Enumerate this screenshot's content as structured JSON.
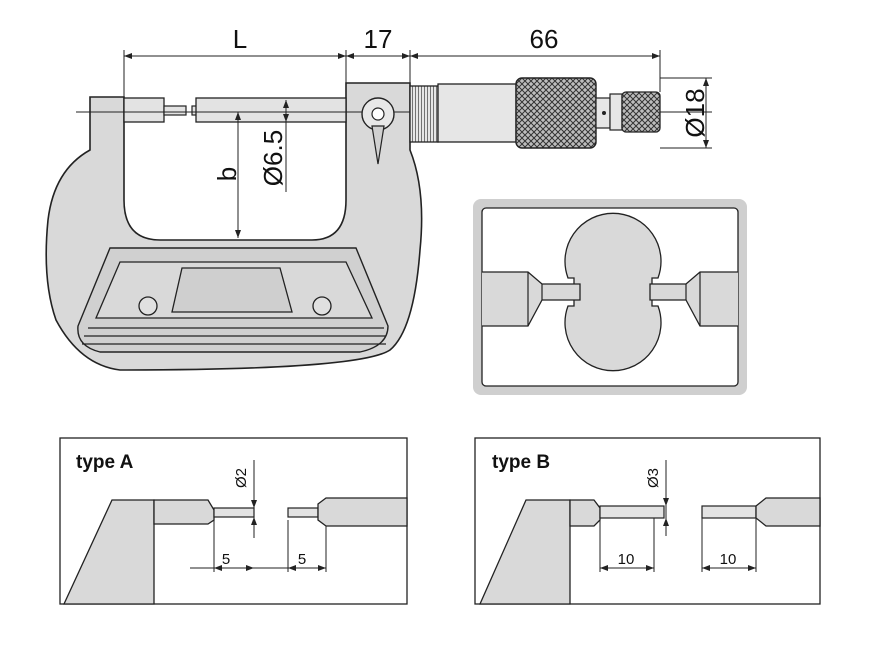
{
  "main_drawing": {
    "dim_length": "L",
    "dim_sleeve": "17",
    "dim_thimble": "66",
    "dim_diameter": "Ø18",
    "dim_spindle_diameter": "Ø6.5",
    "dim_depth": "b"
  },
  "type_a": {
    "title": "type A",
    "tip_diameter": "Ø2",
    "left_tip_length": "5",
    "right_tip_length": "5"
  },
  "type_b": {
    "title": "type B",
    "tip_diameter": "Ø3",
    "left_tip_length": "10",
    "right_tip_length": "10"
  },
  "colors": {
    "body_fill": "#d9d9d9",
    "line": "#222222",
    "inset_frame": "#cfcfcf"
  }
}
